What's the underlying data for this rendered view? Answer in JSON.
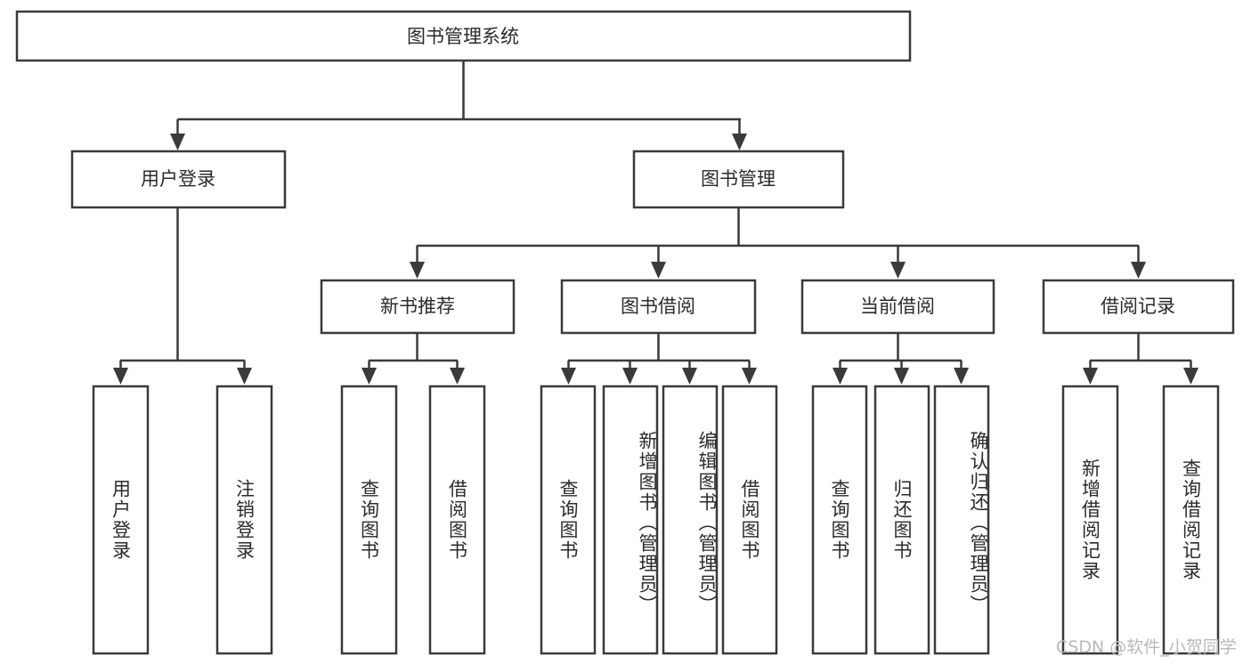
{
  "diagram": {
    "title": "图书管理系统",
    "type": "tree",
    "watermark": "CSDN @软件_小贺同学",
    "colors": {
      "stroke": "#3a3a3a",
      "fill": "#ffffff",
      "text": "#2b2b2b",
      "watermark": "#b9b9b9",
      "background": "#ffffff"
    },
    "root": {
      "label": "图书管理系统"
    },
    "level2": [
      {
        "label": "用户登录"
      },
      {
        "label": "图书管理"
      }
    ],
    "level3": [
      {
        "label": "新书推荐"
      },
      {
        "label": "图书借阅"
      },
      {
        "label": "当前借阅"
      },
      {
        "label": "借阅记录"
      }
    ],
    "leaves": {
      "user_login": [
        {
          "label": "用户登录"
        },
        {
          "label": "注销登录"
        }
      ],
      "new_book": [
        {
          "label": "查询图书"
        },
        {
          "label": "借阅图书"
        }
      ],
      "book_borrow": [
        {
          "label": "查询图书"
        },
        {
          "label": "新增图书（管理员）"
        },
        {
          "label": "编辑图书（管理员）"
        },
        {
          "label": "借阅图书"
        }
      ],
      "current_borrow": [
        {
          "label": "查询图书"
        },
        {
          "label": "归还图书"
        },
        {
          "label": "确认归还（管理员）"
        }
      ],
      "borrow_record": [
        {
          "label": "新增借阅记录"
        },
        {
          "label": "查询借阅记录"
        }
      ]
    }
  }
}
